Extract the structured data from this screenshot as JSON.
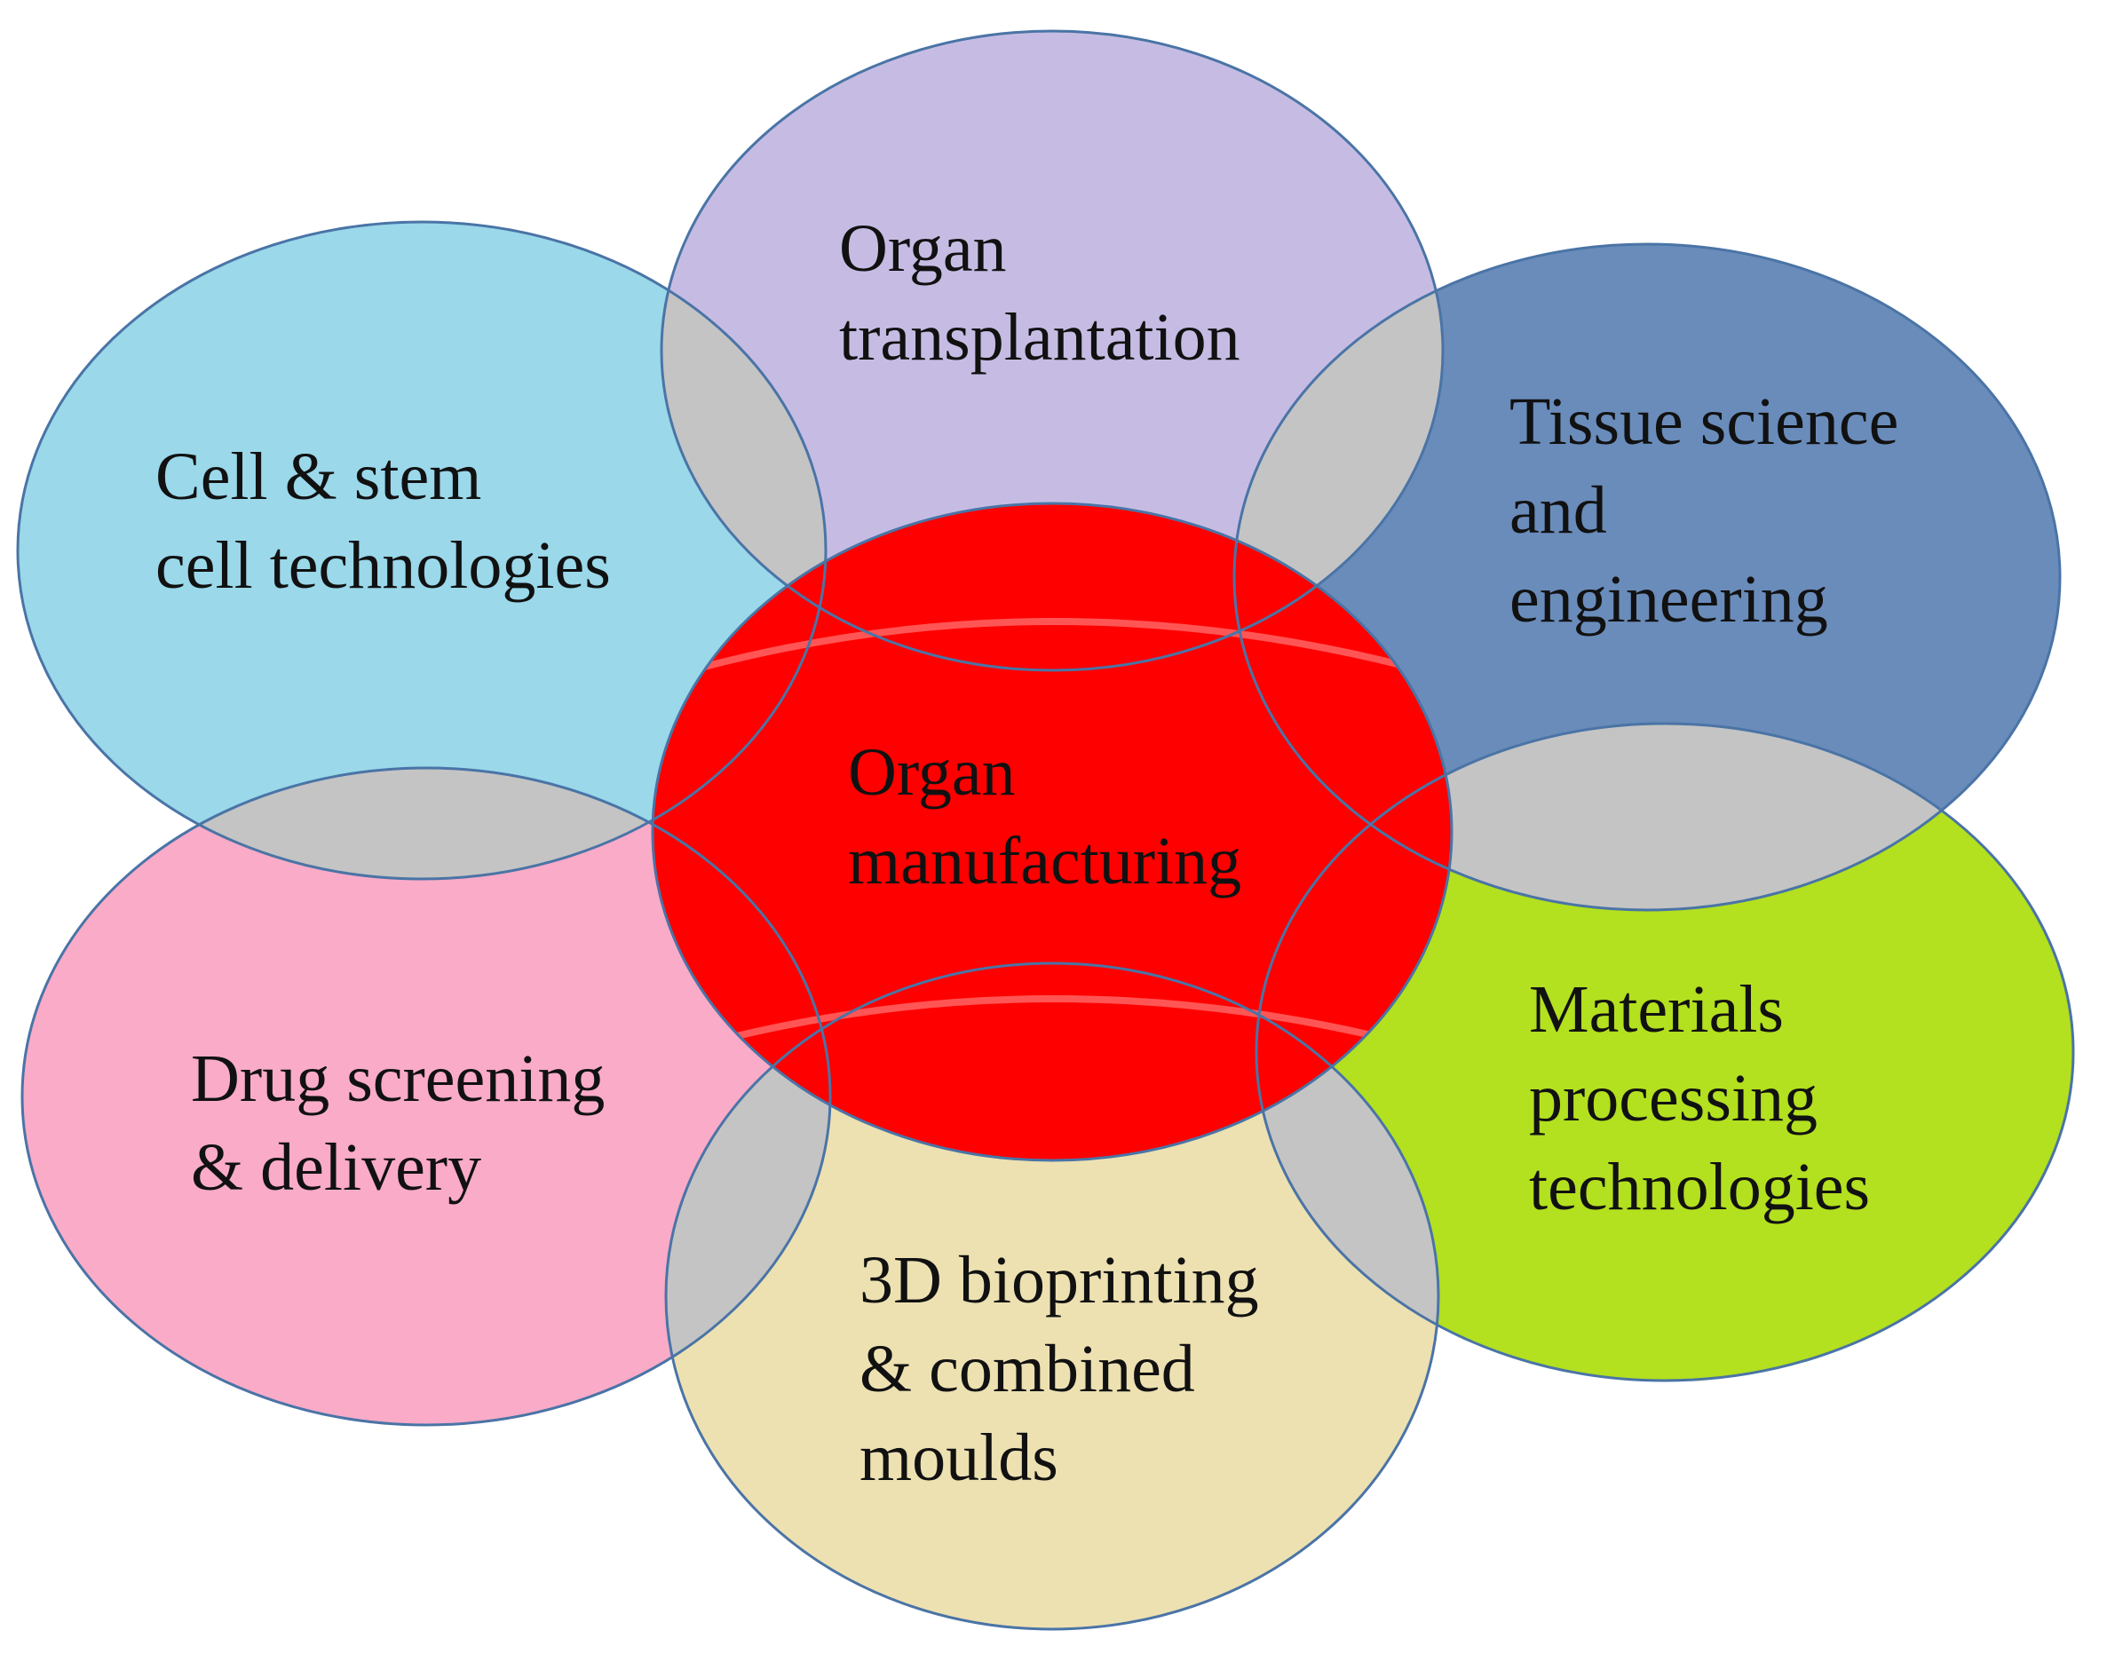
{
  "center": {
    "label_lines": [
      "Organ",
      "manufacturing"
    ],
    "color": "#ff0000"
  },
  "petals": [
    {
      "id": "cell-stem-cell",
      "label_lines": [
        "Cell & stem",
        "cell technologies"
      ],
      "color": "#9ad8ea"
    },
    {
      "id": "organ-transplantation",
      "label_lines": [
        "Organ",
        "transplantation"
      ],
      "color": "#c6bce3"
    },
    {
      "id": "tissue-science",
      "label_lines": [
        "Tissue science",
        "and",
        "engineering"
      ],
      "color": "#6a8cbb"
    },
    {
      "id": "materials-processing",
      "label_lines": [
        "Materials",
        "processing",
        "technologies"
      ],
      "color": "#b3e01f"
    },
    {
      "id": "bioprinting",
      "label_lines": [
        "3D bioprinting",
        "& combined",
        "moulds"
      ],
      "color": "#ede1b2"
    },
    {
      "id": "drug-screening",
      "label_lines": [
        "Drug screening",
        "& delivery"
      ],
      "color": "#f9abc8"
    }
  ],
  "overlap_color": "#c4c4c4",
  "outline_color": "#4a74a6"
}
